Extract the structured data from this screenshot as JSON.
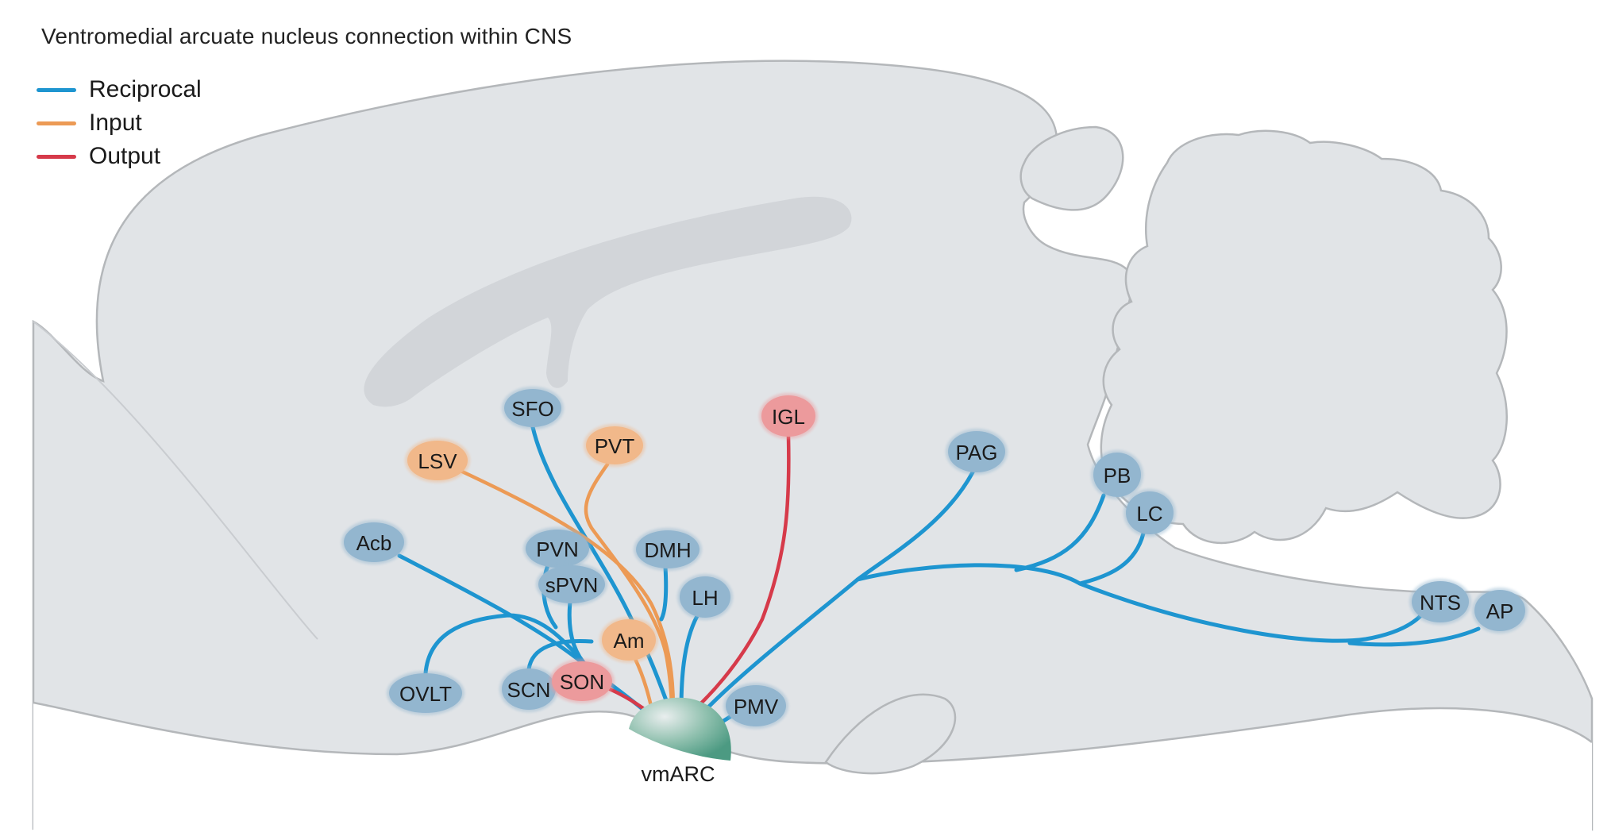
{
  "title": "Ventromedial arcuate nucleus connection within CNS",
  "colors": {
    "reciprocal": "#1e95d0",
    "input": "#ec9a55",
    "output": "#d63a4a",
    "node_reciprocal": "#93b6cf",
    "node_input": "#f1b88a",
    "node_output": "#ec9a9c",
    "brain_fill": "#e1e4e7",
    "brain_stroke": "#b4b7ba",
    "ventricle": "#d2d5d9",
    "vmarc": "#5fa08c"
  },
  "legend": [
    {
      "label": "Reciprocal",
      "type": "reciprocal"
    },
    {
      "label": "Input",
      "type": "input"
    },
    {
      "label": "Output",
      "type": "output"
    }
  ],
  "center": {
    "label": "vmARC"
  },
  "nodes": [
    {
      "id": "SFO",
      "label": "SFO",
      "type": "reciprocal"
    },
    {
      "id": "PVT",
      "label": "PVT",
      "type": "input"
    },
    {
      "id": "LSV",
      "label": "LSV",
      "type": "input"
    },
    {
      "id": "IGL",
      "label": "IGL",
      "type": "output"
    },
    {
      "id": "PAG",
      "label": "PAG",
      "type": "reciprocal"
    },
    {
      "id": "PB",
      "label": "PB",
      "type": "reciprocal"
    },
    {
      "id": "LC",
      "label": "LC",
      "type": "reciprocal"
    },
    {
      "id": "Acb",
      "label": "Acb",
      "type": "reciprocal"
    },
    {
      "id": "PVN",
      "label": "PVN",
      "type": "reciprocal"
    },
    {
      "id": "DMH",
      "label": "DMH",
      "type": "reciprocal"
    },
    {
      "id": "sPVN",
      "label": "sPVN",
      "type": "reciprocal"
    },
    {
      "id": "LH",
      "label": "LH",
      "type": "reciprocal"
    },
    {
      "id": "Am",
      "label": "Am",
      "type": "input"
    },
    {
      "id": "OVLT",
      "label": "OVLT",
      "type": "reciprocal"
    },
    {
      "id": "SCN",
      "label": "SCN",
      "type": "reciprocal"
    },
    {
      "id": "SON",
      "label": "SON",
      "type": "output"
    },
    {
      "id": "PMV",
      "label": "PMV",
      "type": "reciprocal"
    },
    {
      "id": "NTS",
      "label": "NTS",
      "type": "reciprocal"
    },
    {
      "id": "AP",
      "label": "AP",
      "type": "reciprocal"
    }
  ]
}
